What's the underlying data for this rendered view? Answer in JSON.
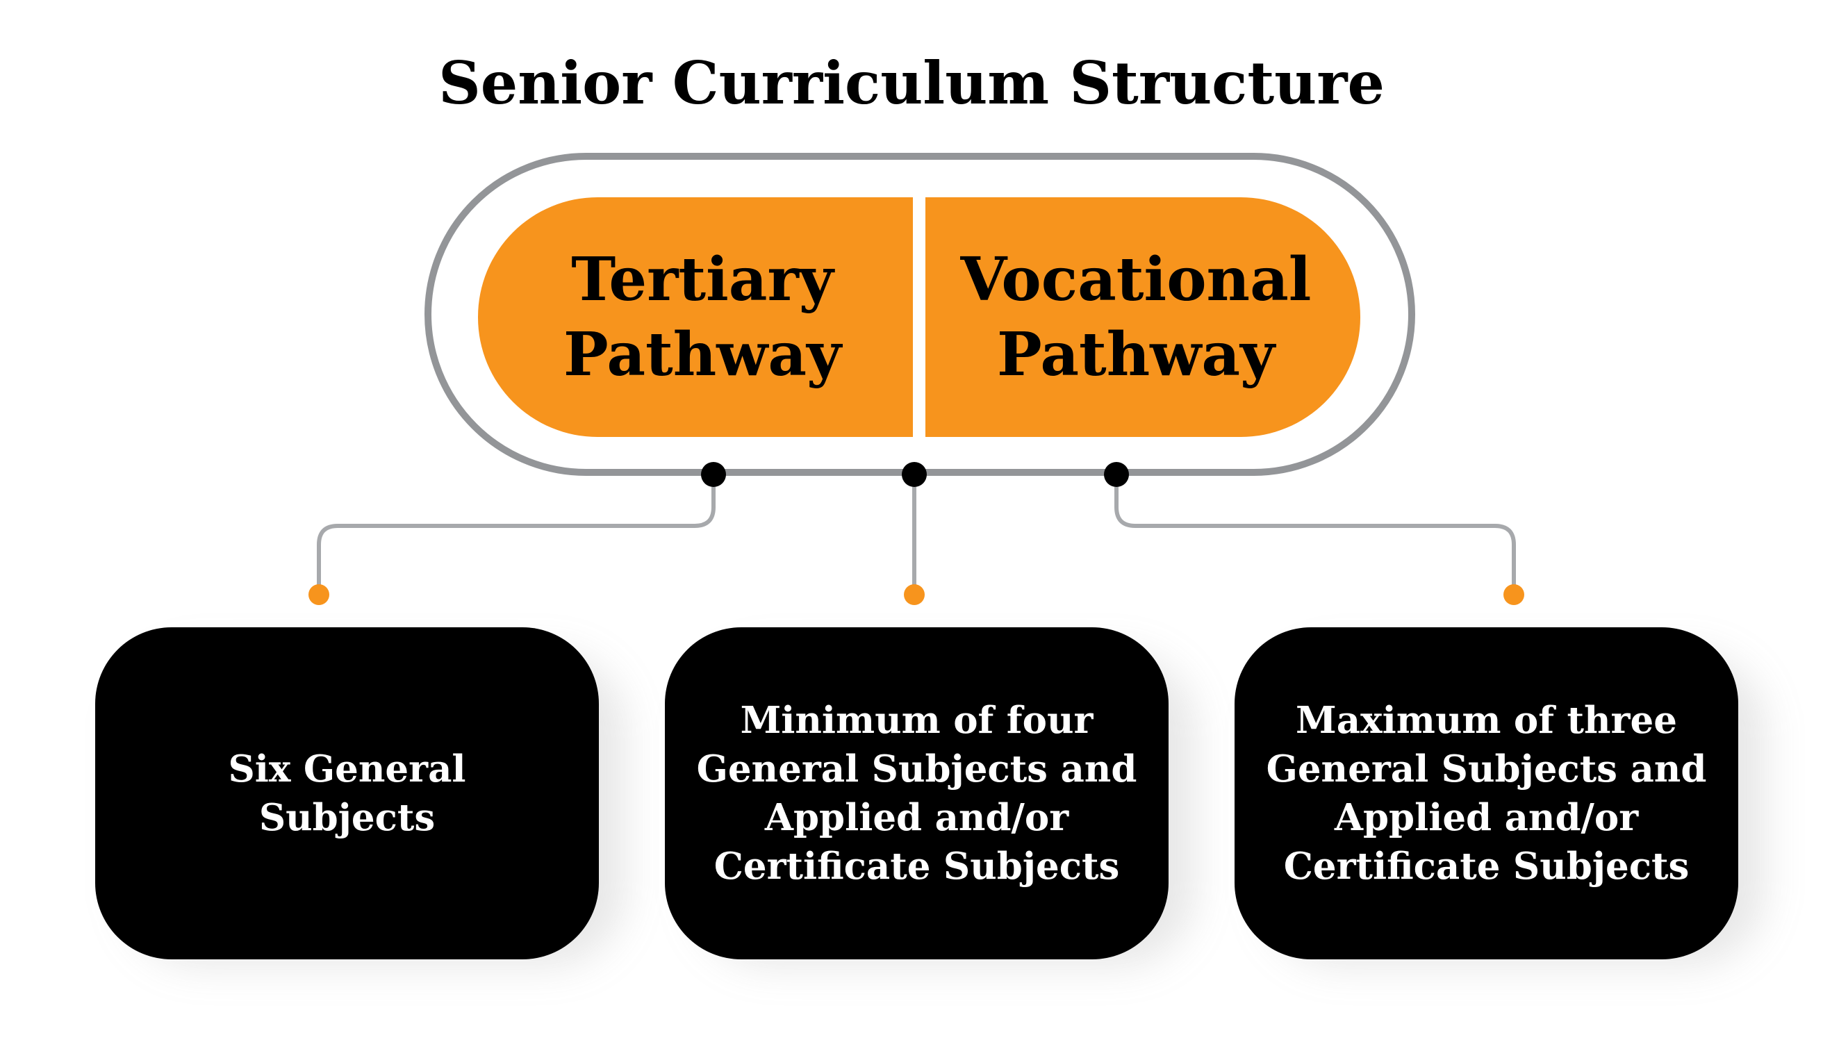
{
  "title": "Senior Curriculum Structure",
  "pathways": {
    "tertiary": {
      "line1": "Tertiary",
      "line2": "Pathway"
    },
    "vocational": {
      "line1": "Vocational",
      "line2": "Pathway"
    }
  },
  "options": [
    {
      "text": "Six General\nSubjects"
    },
    {
      "text": "Minimum of four\nGeneral Subjects and\nApplied and/or\nCertificate Subjects"
    },
    {
      "text": "Maximum of three\nGeneral Subjects and\nApplied and/or\nCertificate Subjects"
    }
  ],
  "colors": {
    "accent": "#f7941d",
    "outline": "#939598",
    "card": "#000000",
    "card_text": "#ffffff",
    "connector": "#a7a9ac",
    "node": "#000000"
  }
}
